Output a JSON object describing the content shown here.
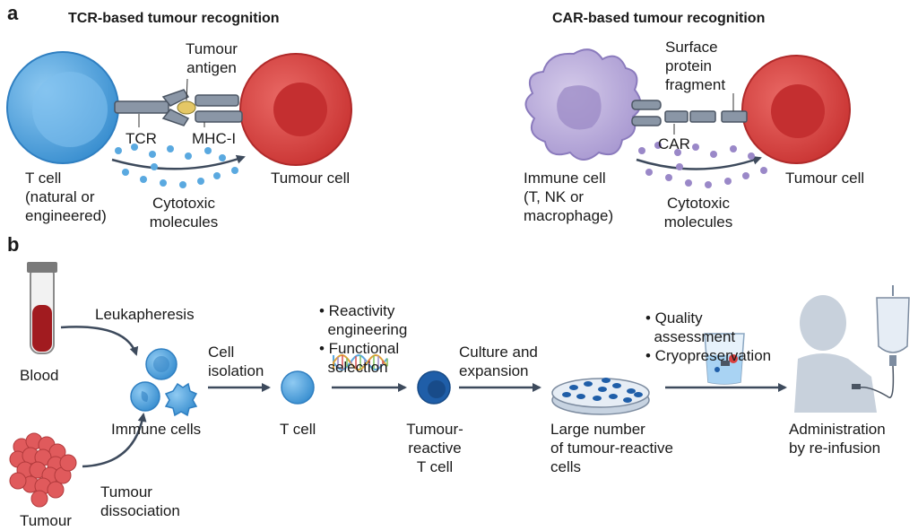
{
  "panel_a": {
    "letter": "a",
    "tcr": {
      "title": "TCR-based tumour recognition",
      "antigen": [
        "Tumour",
        "antigen"
      ],
      "tcr": "TCR",
      "mhc": "MHC-I",
      "tcell": [
        "T cell",
        "(natural or",
        "engineered)"
      ],
      "tumour": "Tumour cell",
      "cytotoxic": [
        "Cytotoxic",
        "molecules"
      ]
    },
    "car": {
      "title": "CAR-based tumour recognition",
      "surface": [
        "Surface",
        "protein",
        "fragment"
      ],
      "car": "CAR",
      "immune": [
        "Immune cell",
        "(T, NK or",
        "macrophage)"
      ],
      "tumour": "Tumour cell",
      "cytotoxic": [
        "Cytotoxic",
        "molecules"
      ]
    }
  },
  "panel_b": {
    "letter": "b",
    "blood": "Blood",
    "leukapheresis": "Leukapheresis",
    "tumour": "Tumour",
    "dissociation": [
      "Tumour",
      "dissociation"
    ],
    "immune_cells": "Immune cells",
    "isolation": [
      "Cell",
      "isolation"
    ],
    "tcell": "T cell",
    "bullets1": [
      "• Reactivity",
      "  engineering",
      "• Functional",
      "  selection"
    ],
    "reactive": [
      "Tumour-",
      "reactive",
      "T cell"
    ],
    "culture": [
      "Culture and",
      "expansion"
    ],
    "large": [
      "Large number",
      "of tumour-reactive",
      "cells"
    ],
    "bullets2": [
      "• Quality",
      "  assessment",
      "• Cryopreservation"
    ],
    "admin": [
      "Administration",
      "by re-infusion"
    ]
  },
  "colors": {
    "tcell": "#5aa9e0",
    "tumour": "#d9403f",
    "immune": "#b6a6d6",
    "arrow": "#3d4a5c",
    "dots_blue": "#5aa9e0",
    "dots_purple": "#9a88c8"
  }
}
